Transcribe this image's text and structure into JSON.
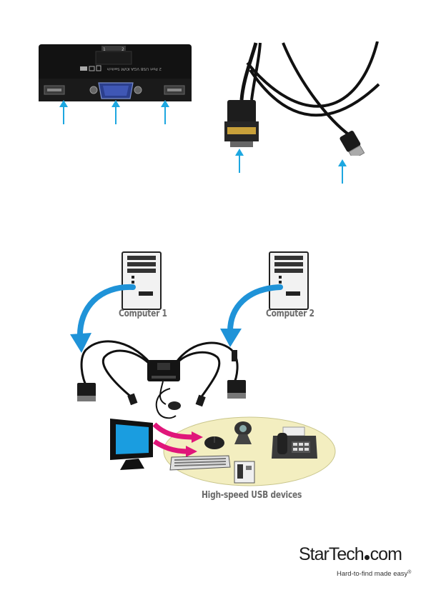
{
  "top_figure": {
    "kvm_device_label": "2 Port USB VGA KVM Switch"
  },
  "diagram": {
    "computer1_label": "Computer 1",
    "computer2_label": "Computer 2",
    "usb_devices_label": "High-speed USB devices"
  },
  "brand": {
    "name_part1": "StarTech",
    "name_part2": "com",
    "tagline": "Hard-to-find made easy",
    "registered_mark": "®"
  }
}
